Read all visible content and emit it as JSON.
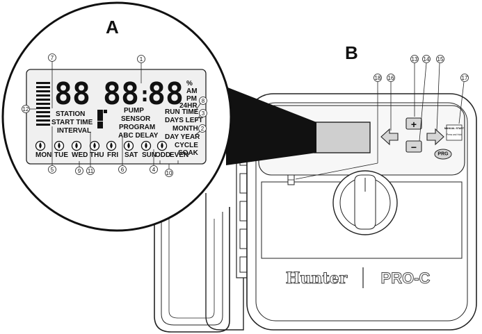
{
  "panels": {
    "a": "A",
    "b": "B"
  },
  "display": {
    "digits_left": "88",
    "digits_mid": "88",
    "digits_right": "88",
    "colon": ":",
    "units": {
      "percent": "%",
      "am": "AM",
      "pm": "PM",
      "hr24": "24HR"
    },
    "labels": {
      "station": "STATION",
      "start_time": "START TIME",
      "interval": "INTERVAL",
      "pump": "PUMP",
      "sensor": "SENSOR",
      "program": "PROGRAM",
      "abc_delay": "ABC DELAY",
      "run_time": "RUN TIME",
      "days_left": "DAYS LEFT",
      "month": "MONTH",
      "day_year": "DAY YEAR",
      "cycle": "CYCLE",
      "soak": "SOAK"
    },
    "days": [
      "MON",
      "TUE",
      "WED",
      "THU",
      "FRI",
      "SAT",
      "SUN"
    ],
    "odd": "ODD",
    "even": "EVEN"
  },
  "callouts": [
    "1",
    "2",
    "3",
    "4",
    "5",
    "6",
    "7",
    "8",
    "9",
    "10",
    "11",
    "12",
    "13",
    "14",
    "15",
    "16",
    "17",
    "18"
  ],
  "controller": {
    "plus": "+",
    "minus": "−",
    "manual_label": "MANUAL START",
    "manual_sub": "Press and Hold",
    "prg": "PRG",
    "brand": "Hunter",
    "model": "PRO-C"
  },
  "colors": {
    "ink": "#111111",
    "line": "#222222",
    "bezel": "#f4f4f4",
    "lcd": "#e8e8e8",
    "window": "#cfcfcf"
  }
}
